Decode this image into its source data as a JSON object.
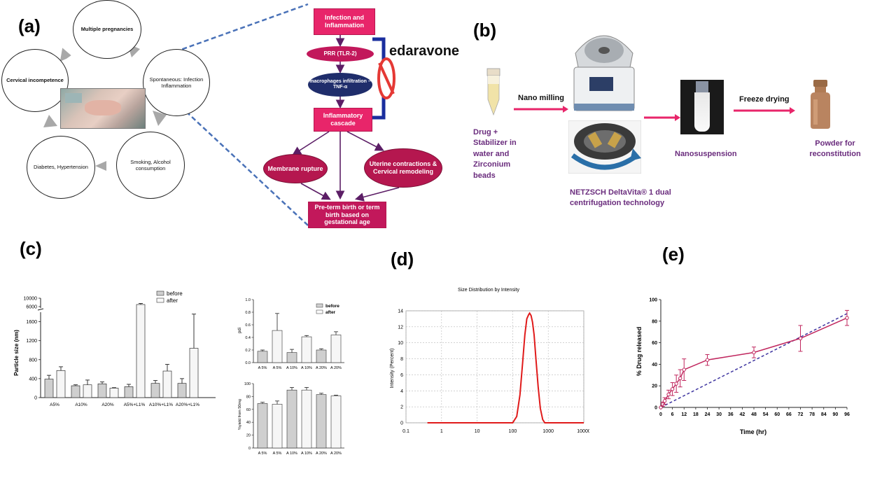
{
  "panels": {
    "a": "(a)",
    "b": "(b)",
    "c": "(c)",
    "d": "(d)",
    "e": "(e)"
  },
  "panel_a": {
    "circles": {
      "multiple": "Multiple pregnancies",
      "spontaneous": "Spontaneous: Infection Inflammation",
      "smoking": "Smoking, Alcohol consumption",
      "diabetes": "Diabetes, Hypertension",
      "cervical": "Cervical incompetence"
    },
    "flow": {
      "infection": "Infection and Inflammation",
      "prr": "PRR (TLR-2)",
      "macrophages": "macrophages infiltration – TNF-α",
      "cascade": "Inflammatory cascade",
      "membrane": "Membrane rupture",
      "uterine": "Uterine contractions & Cervical remodeling",
      "preterm": "Pre-term birth or term birth based on gestational age"
    },
    "drug": "edaravone",
    "colors": {
      "box": "#e8256a",
      "oval": "#c2185b",
      "navy": "#1f2d6b",
      "bracket": "#1a2e9e",
      "arrow": "#5c1e66",
      "dash": "#4a72b8",
      "prohibit": "#e53935"
    }
  },
  "panel_b": {
    "drug_desc": "Drug + Stabilizer in water and Zirconium beads",
    "nano_milling": "Nano milling",
    "netzsch": "NETZSCH DeltaVita® 1 dual centrifugation technology",
    "nanosuspension": "Nanosuspension",
    "freeze_drying": "Freeze drying",
    "powder": "Powder for reconstitution",
    "arrow_color": "#e8256a"
  },
  "panel_c": {
    "particle": {
      "ylabel": "Particle size (nm)",
      "yticks": [
        "0",
        "400",
        "800",
        "1200",
        "1600",
        "6000",
        "10000"
      ],
      "categories": [
        "A5%",
        "A10%",
        "A20%",
        "A5%+L1%",
        "A10%+L1%",
        "A20%+L1%"
      ],
      "legend": [
        "before",
        "after"
      ]
    },
    "pdi": {
      "ylabel": "pdi",
      "yticks": [
        "0.0",
        "0.2",
        "0.4",
        "0.6",
        "0.8",
        "1.0"
      ],
      "categories": [
        "A 5%",
        "A 5%",
        "A 10%",
        "A 10%",
        "A 20%",
        "A 20%"
      ],
      "legend": [
        "before",
        "after"
      ]
    },
    "yield": {
      "ylabel": "%yield from 50mg",
      "yticks": [
        "0",
        "20",
        "40",
        "60",
        "80",
        "100"
      ],
      "categories": [
        "A 5%",
        "A 5%",
        "A 10%",
        "A 10%",
        "A 20%",
        "A 20%"
      ]
    }
  },
  "chart_data": [
    {
      "type": "bar",
      "title": "",
      "ylabel": "Particle size (nm)",
      "categories": [
        "A5%",
        "A10%",
        "A20%",
        "A5%+L1%",
        "A10%+L1%",
        "A20%+L1%"
      ],
      "series": [
        {
          "name": "before",
          "values": [
            390,
            250,
            290,
            230,
            300,
            300
          ],
          "errors": [
            80,
            20,
            40,
            50,
            60,
            100
          ]
        },
        {
          "name": "after",
          "values": [
            570,
            270,
            200,
            7000,
            560,
            1040
          ],
          "errors": [
            80,
            100,
            10,
            500,
            140,
            720
          ]
        }
      ],
      "ylim": [
        0,
        10000
      ],
      "axis_break": [
        1800,
        6000
      ]
    },
    {
      "type": "bar",
      "title": "",
      "ylabel": "pdi",
      "categories": [
        "A 5%",
        "A 5%",
        "A 10%",
        "A 10%",
        "A 20%",
        "A 20%"
      ],
      "series": [
        {
          "name": "before",
          "values": [
            0.18,
            0.16,
            0.2
          ],
          "errors": [
            0.02,
            0.05,
            0.02
          ]
        },
        {
          "name": "after",
          "values": [
            0.51,
            0.41,
            0.44
          ],
          "errors": [
            0.27,
            0.02,
            0.05
          ]
        }
      ],
      "ylim": [
        0,
        1.0
      ]
    },
    {
      "type": "bar",
      "title": "",
      "ylabel": "%yield from 50mg",
      "categories": [
        "A 5%",
        "A 5%",
        "A 10%",
        "A 10%",
        "A 20%",
        "A 20%"
      ],
      "values": [
        69,
        68,
        90,
        90,
        83,
        81
      ],
      "errors": [
        2,
        5,
        4,
        4,
        2,
        1
      ],
      "ylim": [
        0,
        100
      ]
    },
    {
      "type": "line",
      "title": "Size Distribution by Intensity",
      "xlabel": "",
      "ylabel": "Intensity (Percent)",
      "xscale": "log",
      "xlim": [
        0.1,
        10000
      ],
      "ylim": [
        0,
        14
      ],
      "xticks": [
        "0.1",
        "1",
        "10",
        "100",
        "1000",
        "10000"
      ],
      "yticks": [
        "0",
        "2",
        "4",
        "6",
        "8",
        "10",
        "12",
        "14"
      ],
      "x": [
        0.4,
        100,
        130,
        160,
        190,
        220,
        250,
        280,
        300,
        330,
        360,
        400,
        450,
        520,
        600,
        700,
        800,
        1000,
        10000
      ],
      "y": [
        0,
        0,
        0.8,
        3.5,
        7.5,
        11,
        13,
        13.5,
        13.7,
        13.4,
        12.6,
        11,
        8,
        4.5,
        1.8,
        0.4,
        0,
        0,
        0
      ],
      "color": "#e01a1a",
      "grid": true
    },
    {
      "type": "line",
      "title": "",
      "xlabel": "Time (hr)",
      "ylabel": "% Drug released",
      "xlim": [
        0,
        96
      ],
      "ylim": [
        0,
        100
      ],
      "xticks": [
        "0",
        "6",
        "12",
        "18",
        "24",
        "30",
        "36",
        "42",
        "48",
        "54",
        "60",
        "66",
        "72",
        "78",
        "84",
        "90",
        "96"
      ],
      "yticks": [
        "0",
        "20",
        "40",
        "60",
        "80",
        "100"
      ],
      "series": [
        {
          "name": "",
          "x": [
            0,
            1,
            2,
            4,
            6,
            8,
            10,
            12,
            24,
            48,
            72,
            96
          ],
          "y": [
            0,
            3,
            6,
            12,
            17,
            22,
            27,
            35,
            44,
            51,
            64,
            83
          ],
          "errors": [
            0,
            2,
            3,
            4,
            6,
            8,
            8,
            10,
            5,
            5,
            12,
            7
          ],
          "color": "#c0265e"
        }
      ],
      "trendline": {
        "x": [
          0,
          96
        ],
        "y": [
          0,
          87
        ],
        "color": "#3e35a0",
        "style": "dashed"
      }
    }
  ]
}
